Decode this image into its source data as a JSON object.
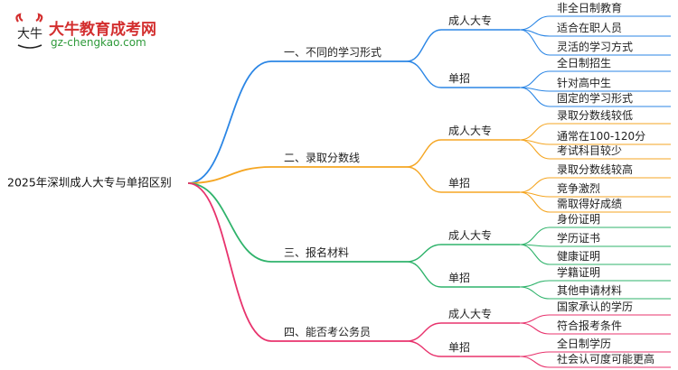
{
  "logo": {
    "name": "大牛教育成考网",
    "url": "gz-chengkao.com",
    "mark": "大牛"
  },
  "root": "2025年深圳成人大专与单招区别",
  "branches": [
    {
      "label": "一、不同的学习形式",
      "color": "#2b86e5",
      "groups": [
        {
          "label": "成人大专",
          "leaves": [
            "非全日制教育",
            "适合在职人员",
            "灵活的学习方式"
          ]
        },
        {
          "label": "单招",
          "leaves": [
            "全日制招生",
            "针对高中生",
            "固定的学习形式"
          ]
        }
      ]
    },
    {
      "label": "二、录取分数线",
      "color": "#f5a623",
      "groups": [
        {
          "label": "成人大专",
          "leaves": [
            "录取分数线较低",
            "通常在100-120分",
            "考试科目较少"
          ]
        },
        {
          "label": "单招",
          "leaves": [
            "录取分数线较高",
            "竞争激烈",
            "需取得好成绩"
          ]
        }
      ]
    },
    {
      "label": "三、报名材料",
      "color": "#2fb36b",
      "groups": [
        {
          "label": "成人大专",
          "leaves": [
            "身份证明",
            "学历证书",
            "健康证明"
          ]
        },
        {
          "label": "单招",
          "leaves": [
            "学籍证明",
            "其他申请材料"
          ]
        }
      ]
    },
    {
      "label": "四、能否考公务员",
      "color": "#e8336d",
      "groups": [
        {
          "label": "成人大专",
          "leaves": [
            "国家承认的学历",
            "符合报考条件"
          ]
        },
        {
          "label": "单招",
          "leaves": [
            "全日制学历",
            "社会认可度可能更高"
          ]
        }
      ]
    }
  ]
}
